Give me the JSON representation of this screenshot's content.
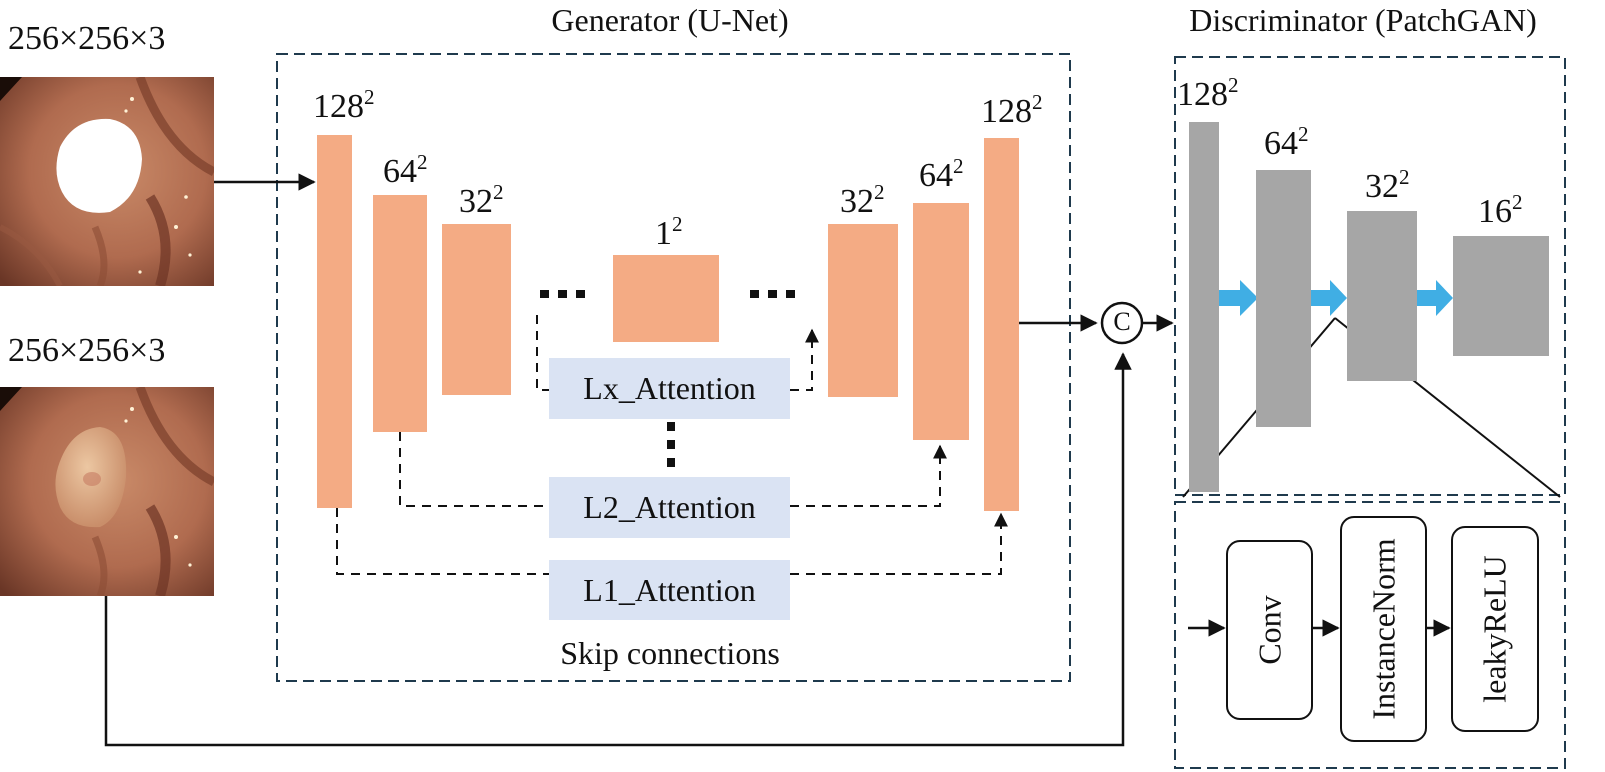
{
  "inputs": {
    "masked": {
      "size_label": "256×256×3"
    },
    "original": {
      "size_label": "256×256×3"
    }
  },
  "generator": {
    "title": "Generator (U-Net)",
    "encoder": [
      {
        "base": "128",
        "exp": "2"
      },
      {
        "base": "64",
        "exp": "2"
      },
      {
        "base": "32",
        "exp": "2"
      }
    ],
    "bottleneck": {
      "base": "1",
      "exp": "2"
    },
    "decoder": [
      {
        "base": "32",
        "exp": "2"
      },
      {
        "base": "64",
        "exp": "2"
      },
      {
        "base": "128",
        "exp": "2"
      }
    ],
    "attention": [
      "Lx_Attention",
      "L2_Attention",
      "L1_Attention"
    ],
    "skip_label": "Skip connections"
  },
  "concat_symbol": "C",
  "discriminator": {
    "title": "Discriminator (PatchGAN)",
    "layers": [
      {
        "base": "128",
        "exp": "2"
      },
      {
        "base": "64",
        "exp": "2"
      },
      {
        "base": "32",
        "exp": "2"
      },
      {
        "base": "16",
        "exp": "2"
      }
    ],
    "ops": [
      "Conv",
      "InstanceNorm",
      "leakyReLU"
    ]
  },
  "colors": {
    "generator_block": "#f4ab84",
    "discriminator_block": "#a6a6a6",
    "attention_fill": "#dae3f3",
    "frame": "#1f3a4d",
    "flow_arrow": "#40aee4",
    "mask": "#ffffff"
  }
}
